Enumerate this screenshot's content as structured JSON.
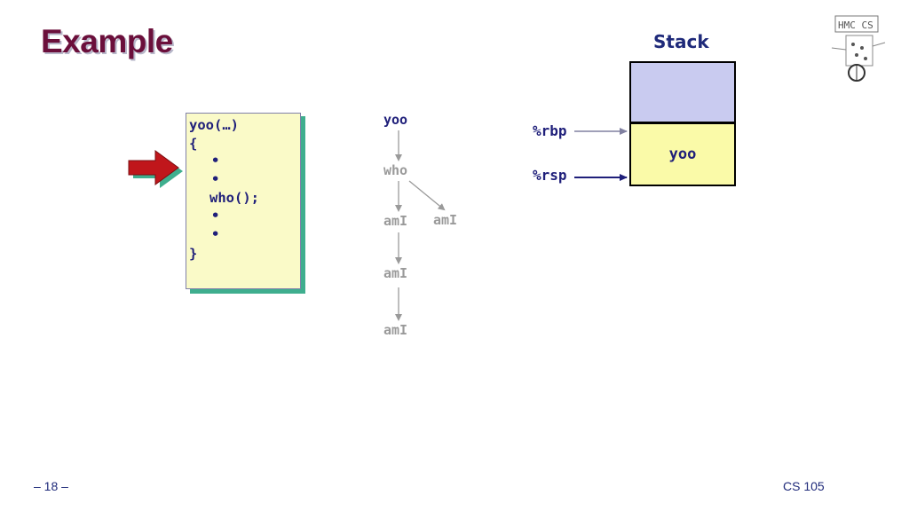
{
  "slide": {
    "title": "Example",
    "page_number": "– 18 –",
    "course": "CS 105"
  },
  "code": {
    "lines": [
      "yoo(…)",
      "{",
      "•",
      "•",
      "who();",
      "•",
      "•",
      "}"
    ]
  },
  "call_tree": {
    "nodes": [
      "yoo",
      "who",
      "amI",
      "amI",
      "amI",
      "amI"
    ]
  },
  "stack": {
    "title": "Stack",
    "frame_label": "yoo",
    "registers": [
      "%rbp",
      "%rsp"
    ]
  },
  "colors": {
    "title": "#6b0f3b",
    "navy": "#1f1f7a",
    "grey": "#9a9a9a",
    "arrow_red": "#c0161b",
    "arrow_green": "#3fae8e"
  },
  "logo": {
    "text": "HMC CS"
  }
}
